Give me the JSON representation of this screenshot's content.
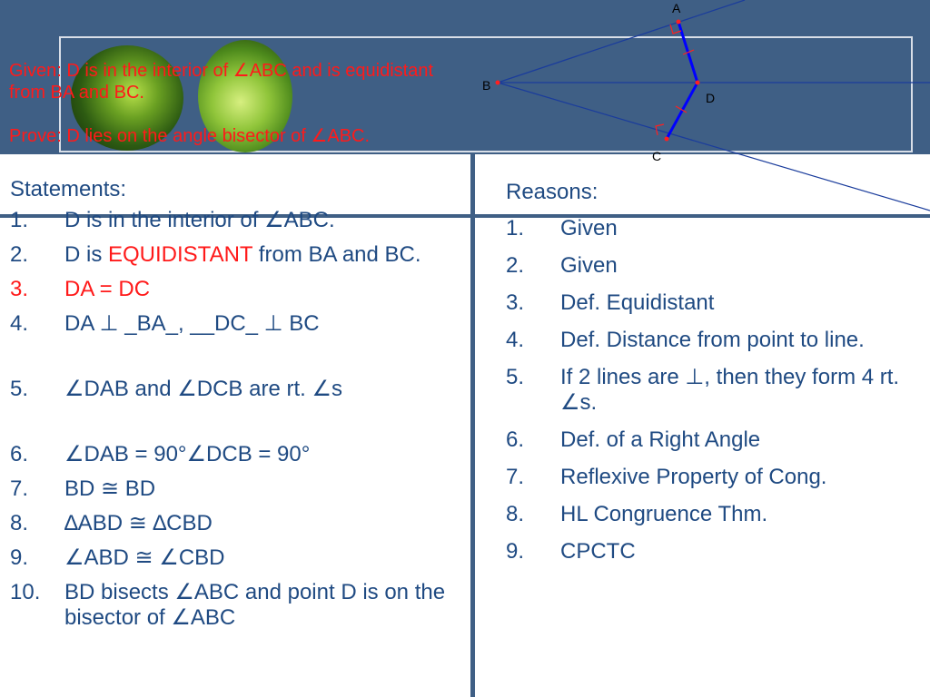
{
  "problem": {
    "given": "Given:  D is in the interior of ∠ABC and is equidistant from BA and BC.",
    "prove": "Prove:  D lies on the angle bisector of ∠ABC."
  },
  "diagram": {
    "label_a": "A",
    "label_b": "B",
    "label_c": "C",
    "label_d": "D"
  },
  "statements": {
    "heading": "Statements:",
    "items": [
      {
        "num": "1.",
        "text": "D is in the interior of ∠ABC."
      },
      {
        "num": "2.",
        "pre": "D is ",
        "highlight": "EQUIDISTANT",
        "post": " from BA and BC."
      },
      {
        "num": "3.",
        "text": "DA = DC"
      },
      {
        "num": "4.",
        "text": "DA ⊥ _BA_, __DC_ ⊥ BC"
      },
      {
        "num": "5.",
        "text": "∠DAB and ∠DCB are rt. ∠s"
      },
      {
        "num": "6.",
        "text": "∠DAB = 90°∠DCB = 90°"
      },
      {
        "num": "7.",
        "text": "BD ≅ BD"
      },
      {
        "num": "8.",
        "text": "∆ABD ≅ ∆CBD"
      },
      {
        "num": "9.",
        "text": "∠ABD ≅ ∠CBD"
      },
      {
        "num": "10.",
        "text": "BD bisects ∠ABC and point D is on the bisector of ∠ABC"
      }
    ]
  },
  "reasons": {
    "heading": "Reasons:",
    "items": [
      {
        "num": "1.",
        "text": "Given"
      },
      {
        "num": "2.",
        "text": "Given"
      },
      {
        "num": "3.",
        "text": "Def. Equidistant"
      },
      {
        "num": "4.",
        "text": "Def. Distance from point to line."
      },
      {
        "num": "5.",
        "text": "If 2 lines are ⊥, then they form 4 rt. ∠s."
      },
      {
        "num": "6.",
        "text": "Def. of a Right Angle"
      },
      {
        "num": "7.",
        "text": "Reflexive Property of Cong."
      },
      {
        "num": "8.",
        "text": "HL Congruence Thm."
      },
      {
        "num": "9.",
        "text": "CPCTC"
      }
    ]
  },
  "colors": {
    "header_band": "#3f5f85",
    "text_blue": "#1f4a82",
    "highlight_red": "#ff1a1a",
    "segment_blue": "#0000ff"
  }
}
